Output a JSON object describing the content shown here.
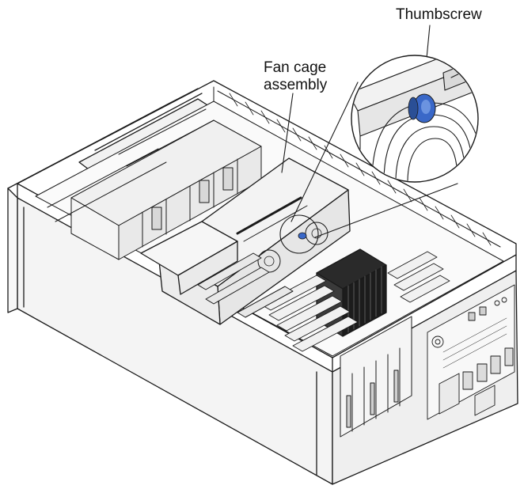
{
  "labels": {
    "thumbscrew": "Thumbscrew",
    "fan_cage_line1": "Fan cage",
    "fan_cage_line2": "assembly"
  },
  "colors": {
    "line": "#1a1a1a",
    "thumbscrew_blue": "#3a68c8",
    "background": "#ffffff"
  },
  "icons": {
    "server": "server-chassis-icon",
    "heatsink": "heatsink-icon",
    "thumbscrew": "thumbscrew-icon"
  }
}
